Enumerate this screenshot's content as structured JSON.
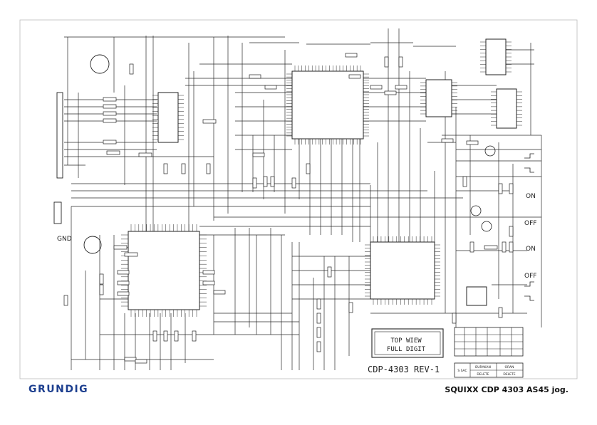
{
  "footer": {
    "brand": "GRUNDIG",
    "model": "SQUIXX CDP 4303 AS45 jog."
  },
  "schematic": {
    "model_label": "CDP-4303 REV-1",
    "display_label_line1": "TOP WIEW",
    "display_label_line2": "FULL DIGIT",
    "ground_label": "GND",
    "switch_on_1": "ON",
    "switch_off_1": "OFF",
    "switch_on_2": "ON",
    "switch_off_2": "OFF",
    "title_block": {
      "col1": "BURAKAN",
      "col2": "ORAN",
      "row_label": "S SAC",
      "val1": "DELETE",
      "val2": "DELETE"
    }
  },
  "colors": {
    "ink": "#2a2a2a",
    "brand": "#1d3f8f"
  }
}
